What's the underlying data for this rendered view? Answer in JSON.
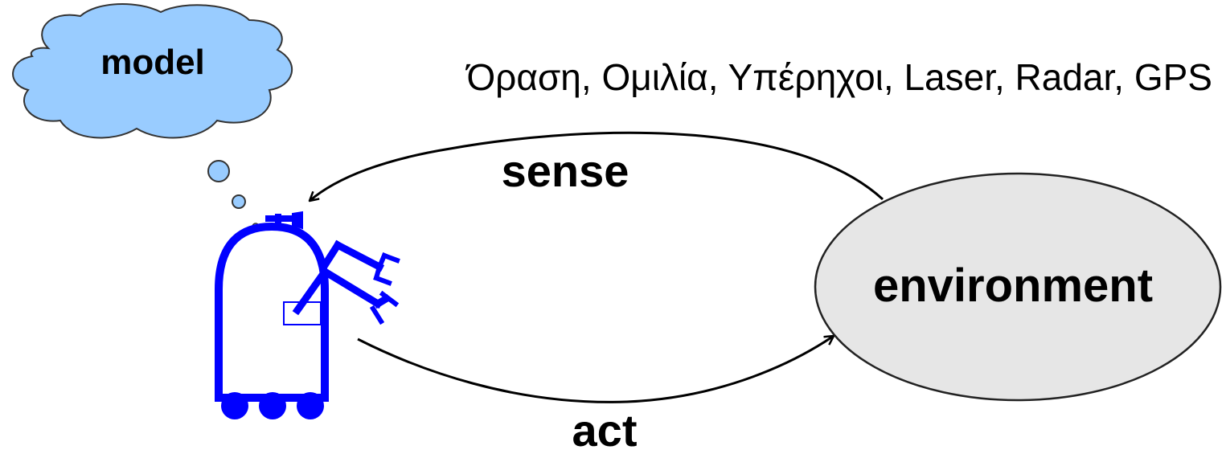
{
  "cloud_label": "model",
  "sensors_caption": "Όραση, Ομιλία, Υπέρηχοι, Laser, Radar, GPS",
  "sense_label": "sense",
  "act_label": "act",
  "environment_label": "environment",
  "colors": {
    "cloud_fill": "#99ccff",
    "robot": "#0000ff",
    "environment_fill": "#e6e6e6",
    "arrow": "#000000"
  },
  "icons": [
    "thought-cloud",
    "robot",
    "environment-ellipse"
  ]
}
